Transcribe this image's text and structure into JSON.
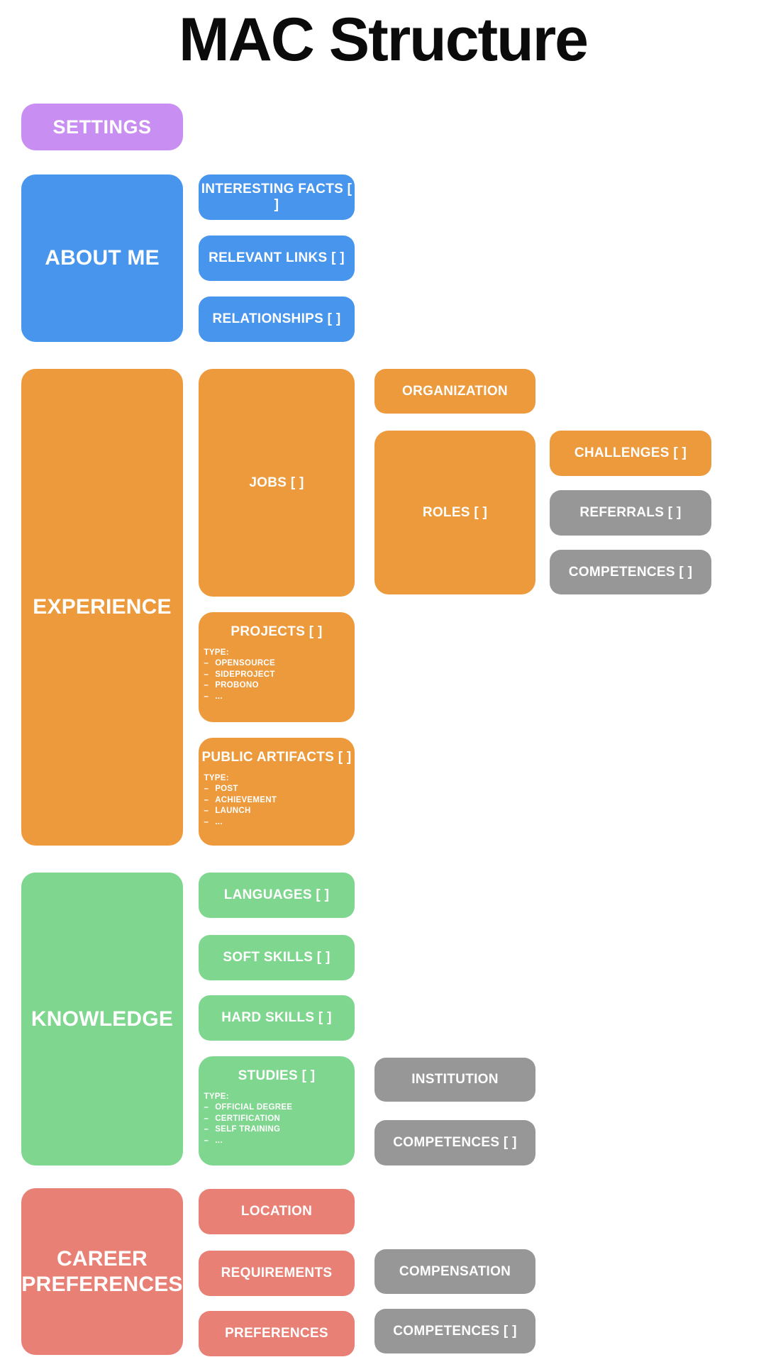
{
  "page": {
    "title": "MAC Structure"
  },
  "bullet": "–",
  "colors": {
    "purple": "#c98ef2",
    "blue": "#4795ed",
    "orange": "#ec9a3c",
    "green": "#7fd68f",
    "salmon": "#e98076",
    "gray": "#979797",
    "title_text": "#0b0b0b",
    "box_text": "#ffffff"
  },
  "settings": {
    "label": "SETTINGS"
  },
  "about": {
    "label": "ABOUT ME",
    "interesting_facts": {
      "label": "INTERESTING FACTS [ ]"
    },
    "relevant_links": {
      "label": "RELEVANT LINKS [ ]"
    },
    "relationships": {
      "label": "RELATIONSHIPS [ ]"
    }
  },
  "experience": {
    "label": "EXPERIENCE",
    "jobs": {
      "label": "JOBS [ ]"
    },
    "projects": {
      "label": "PROJECTS [ ]",
      "heading": "TYPE:",
      "items": [
        "OPENSOURCE",
        "SIDEPROJECT",
        "PROBONO",
        "..."
      ]
    },
    "public_artifacts": {
      "label": "PUBLIC ARTIFACTS [ ]",
      "heading": "TYPE:",
      "items": [
        "POST",
        "ACHIEVEMENT",
        "LAUNCH",
        "..."
      ]
    },
    "organization": {
      "label": "ORGANIZATION"
    },
    "roles": {
      "label": "ROLES [ ]"
    },
    "challenges": {
      "label": "CHALLENGES [ ]"
    },
    "referrals": {
      "label": "REFERRALS [ ]"
    },
    "competences": {
      "label": "COMPETENCES [ ]"
    }
  },
  "knowledge": {
    "label": "KNOWLEDGE",
    "languages": {
      "label": "LANGUAGES [ ]"
    },
    "soft_skills": {
      "label": "SOFT SKILLS [ ]"
    },
    "hard_skills": {
      "label": "HARD SKILLS [ ]"
    },
    "studies": {
      "label": "STUDIES [ ]",
      "heading": "TYPE:",
      "items": [
        "OFFICIAL DEGREE",
        "CERTIFICATION",
        "SELF TRAINING",
        "..."
      ]
    },
    "institution": {
      "label": "INSTITUTION"
    },
    "competences": {
      "label": "COMPETENCES [ ]"
    }
  },
  "career": {
    "label": "CAREER PREFERENCES",
    "location": {
      "label": "LOCATION"
    },
    "requirements": {
      "label": "REQUIREMENTS"
    },
    "preferences": {
      "label": "PREFERENCES"
    },
    "compensation": {
      "label": "COMPENSATION"
    },
    "competences": {
      "label": "COMPETENCES [ ]"
    }
  }
}
